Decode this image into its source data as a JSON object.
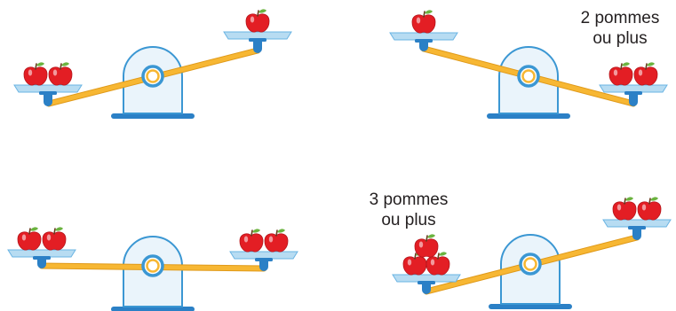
{
  "scales": [
    {
      "id": "scale-top-left",
      "tilt": "left-down",
      "left_pan": {
        "apples": 2,
        "label_lines": []
      },
      "right_pan": {
        "apples": 1,
        "label_lines": []
      }
    },
    {
      "id": "scale-top-right",
      "tilt": "right-down",
      "left_pan": {
        "apples": 1,
        "label_lines": []
      },
      "right_pan": {
        "apples": 2,
        "label_lines": [
          "2 pommes",
          "ou plus"
        ]
      }
    },
    {
      "id": "scale-bottom-left",
      "tilt": "level",
      "left_pan": {
        "apples": 2,
        "label_lines": []
      },
      "right_pan": {
        "apples": 2,
        "label_lines": []
      }
    },
    {
      "id": "scale-bottom-right",
      "tilt": "left-down",
      "left_pan": {
        "apples": 3,
        "label_lines": [
          "3 pommes",
          "ou plus"
        ]
      },
      "right_pan": {
        "apples": 2,
        "label_lines": []
      }
    }
  ],
  "labels": {
    "top_right": {
      "line1": "2 pommes",
      "line2": "ou plus"
    },
    "bottom_right": {
      "line1": "3 pommes",
      "line2": "ou plus"
    }
  },
  "colors": {
    "beam": "#f7b733",
    "beam_edge": "#e09a1a",
    "support_fill": "#eaf4fb",
    "support_stroke": "#3b97d3",
    "base": "#2b80c6",
    "pan": "#b7dcf2",
    "pan_stroke": "#6ab4e3",
    "pan_post": "#2b80c6",
    "pivot_ring": "#3b97d3",
    "pivot_center": "#f7b733",
    "apple": "#e31e24",
    "apple_dark": "#b5151b",
    "leaf": "#6bb33f",
    "stem": "#6b3b1f",
    "text": "#231f20"
  },
  "icons": [
    "apple-icon",
    "seesaw-scale",
    "pivot-icon"
  ]
}
